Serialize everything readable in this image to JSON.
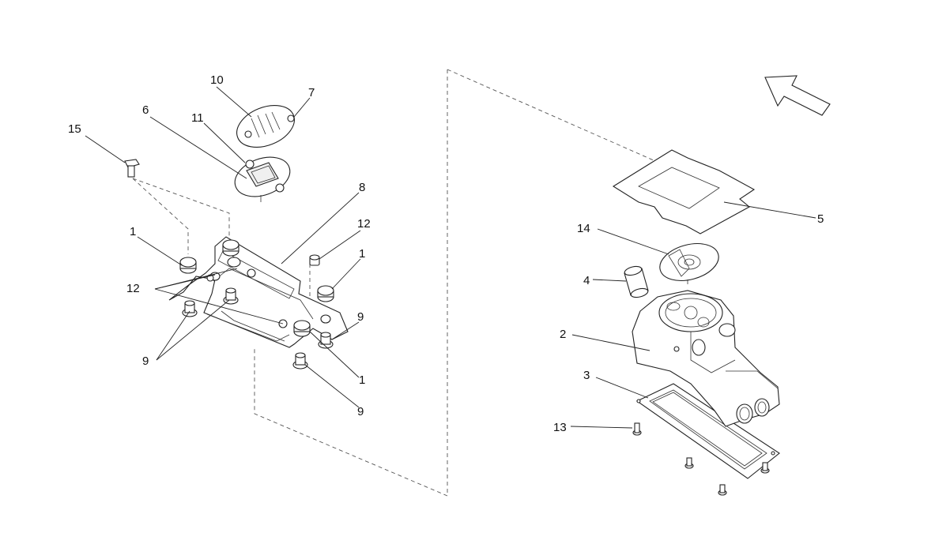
{
  "callouts": [
    {
      "id": "c1a",
      "text": "1"
    },
    {
      "id": "c1b",
      "text": "1"
    },
    {
      "id": "c1c",
      "text": "1"
    },
    {
      "id": "c2",
      "text": "2"
    },
    {
      "id": "c3",
      "text": "3"
    },
    {
      "id": "c4",
      "text": "4"
    },
    {
      "id": "c5",
      "text": "5"
    },
    {
      "id": "c6",
      "text": "6"
    },
    {
      "id": "c7",
      "text": "7"
    },
    {
      "id": "c8",
      "text": "8"
    },
    {
      "id": "c9a",
      "text": "9"
    },
    {
      "id": "c9b",
      "text": "9"
    },
    {
      "id": "c9c",
      "text": "9"
    },
    {
      "id": "c10",
      "text": "10"
    },
    {
      "id": "c11",
      "text": "11"
    },
    {
      "id": "c12a",
      "text": "12"
    },
    {
      "id": "c12b",
      "text": "12"
    },
    {
      "id": "c13",
      "text": "13"
    },
    {
      "id": "c14",
      "text": "14"
    },
    {
      "id": "c15",
      "text": "15"
    }
  ],
  "orientation_arrow": {
    "icon": "direction-arrow-icon"
  }
}
